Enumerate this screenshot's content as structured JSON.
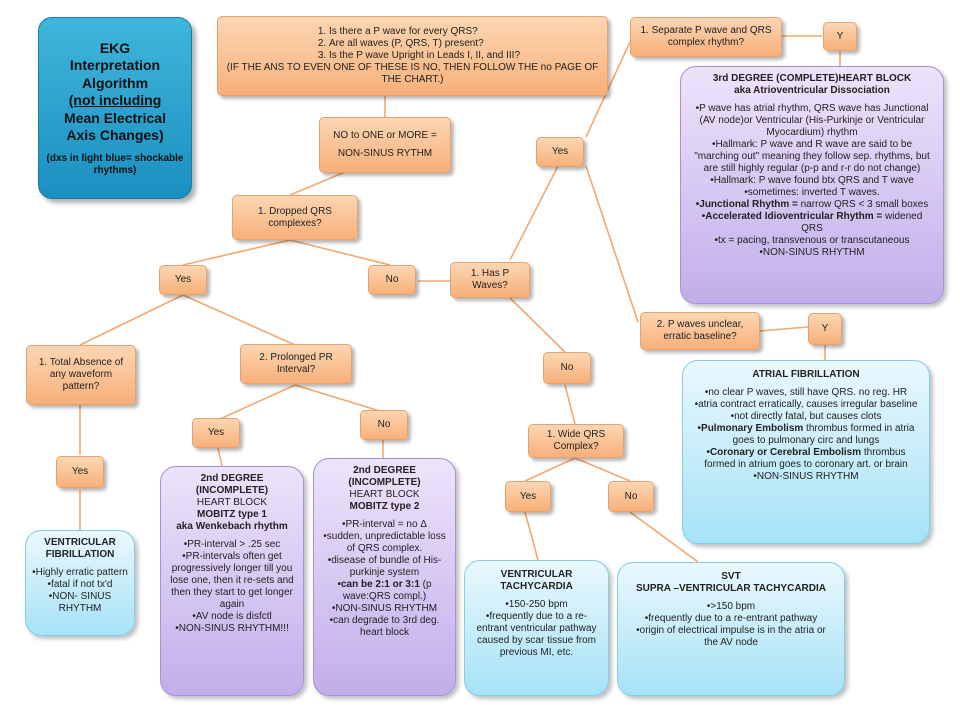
{
  "title": {
    "line1": "EKG",
    "line2": "Interpretation",
    "line3": "Algorithm",
    "line4": "(not including",
    "line5": "Mean Electrical",
    "line6": "Axis Changes)",
    "note": "(dxs in light blue= shockable rhythms)"
  },
  "questions": {
    "q1": "Is there a P wave for every QRS?",
    "q2": "Are all waves (P, QRS, T) present?",
    "q3": "Is the P wave Upright in Leads I, II, and III?",
    "note": "(IF THE ANS TO EVEN ONE OF THESE IS NO, THEN FOLLOW THE no PAGE OF THE CHART.)"
  },
  "no_sinus": {
    "line1": "NO to ONE or MORE =",
    "line2": "NON-SINUS RYTHM"
  },
  "dropped": "1. Dropped QRS complexes?",
  "yes_dropped": "Yes",
  "no_dropped": "No",
  "has_p": "1. Has P Waves?",
  "yes_p": "Yes",
  "no_p": "No",
  "separate": "1. Separate P wave and QRS complex rhythm?",
  "y1": "Y",
  "third_degree": {
    "title1": "3rd DEGREE (COMPLETE)HEART BLOCK",
    "title2": "aka Atrioventricular Dissociation",
    "b1": "•P wave has atrial rhythm, QRS wave has Junctional  (AV node)or Ventricular  (His-Purkinje or Ventricular Myocardium) rhythm",
    "b2": "•Hallmark: P wave and R wave are said to be \"marching out\" meaning they follow sep. rhythms, but are still highly regular (p-p and r-r do not change)",
    "b3": "•Hallmark: P wave found btx QRS and T wave",
    "b4": "•sometimes: inverted T waves.",
    "b5a": "•Junctional Rhythm =",
    "b5b": " narrow QRS < 3 small boxes",
    "b6a": "•Accelerated Idioventricular Rhythm =",
    "b6b": " widened QRS",
    "b7": "•tx = pacing, transvenous or transcutaneous",
    "b8": "•NON-SINUS RHYTHM"
  },
  "p_unclear": "2. P waves unclear, erratic baseline?",
  "y2": "Y",
  "afib": {
    "title": "ATRIAL FIBRILLATION",
    "b1": "•no clear P waves, still have QRS.  no reg. HR",
    "b2": "•atria contract erratically, causes irregular baseline",
    "b3": "•not directly fatal, but causes clots",
    "b4a": "•Pulmonary Embolism",
    "b4b": " thrombus formed in atria goes to pulmonary circ and lungs",
    "b5a": "•Coronary or Cerebral Embolism",
    "b5b": " thrombus formed in atrium goes to coronary art. or brain",
    "b6": "•NON-SINUS RHYTHM"
  },
  "total_absence": "1. Total Absence of any waveform pattern?",
  "yes_vfib": "Yes",
  "vfib": {
    "title1": "VENTRICULAR",
    "title2": "FIBRILLATION",
    "b1": "•Highly erratic pattern",
    "b2": "•fatal if not tx'd",
    "b3": "•NON- SINUS RHYTHM"
  },
  "prolonged": "2. Prolonged PR Interval?",
  "yes_pr": "Yes",
  "no_pr": "No",
  "mobitz1": {
    "h1": "2nd DEGREE",
    "h2": "(INCOMPLETE)",
    "h3": "HEART BLOCK",
    "h4": "MOBITZ type 1",
    "h5": "aka Wenkebach rhythm",
    "b1": "•PR-interval > .25 sec",
    "b2": "•PR-intervals often get progressively longer till you lose one, then it re-sets and then they start to get longer again",
    "b3": "•AV node is disfctl",
    "b4": "•NON-SINUS RHYTHM!!!"
  },
  "mobitz2": {
    "h1": "2nd DEGREE",
    "h2": "(INCOMPLETE)",
    "h3": "HEART BLOCK",
    "h4": "MOBITZ type 2",
    "b1": "•PR-interval = no Δ",
    "b2": "•sudden, unpredictable loss of QRS complex.",
    "b3": "•disease of bundle of His-purkinje system",
    "b4a": "•can be 2:1 or 3:1",
    "b4b": " (p wave:QRS compl.)",
    "b5": "•NON-SINUS RHYTHM",
    "b6": "•can degrade to 3rd deg. heart block"
  },
  "wide_qrs": "1. Wide QRS Complex?",
  "yes_qrs": "Yes",
  "no_qrs": "No",
  "vtach": {
    "title1": "VENTRICULAR",
    "title2": "TACHYCARDIA",
    "b1": "•150-250 bpm",
    "b2": "•frequently due to a re-entrant ventricular pathway caused by scar tissue from previous MI, etc."
  },
  "svt": {
    "title1": "SVT",
    "title2": "SUPRA –VENTRICULAR TACHYCARDIA",
    "b1": "•>150 bpm",
    "b2": "•frequently due to a re-entrant pathway",
    "b3": "•origin of electrical impulse is in the atria or the AV node"
  }
}
